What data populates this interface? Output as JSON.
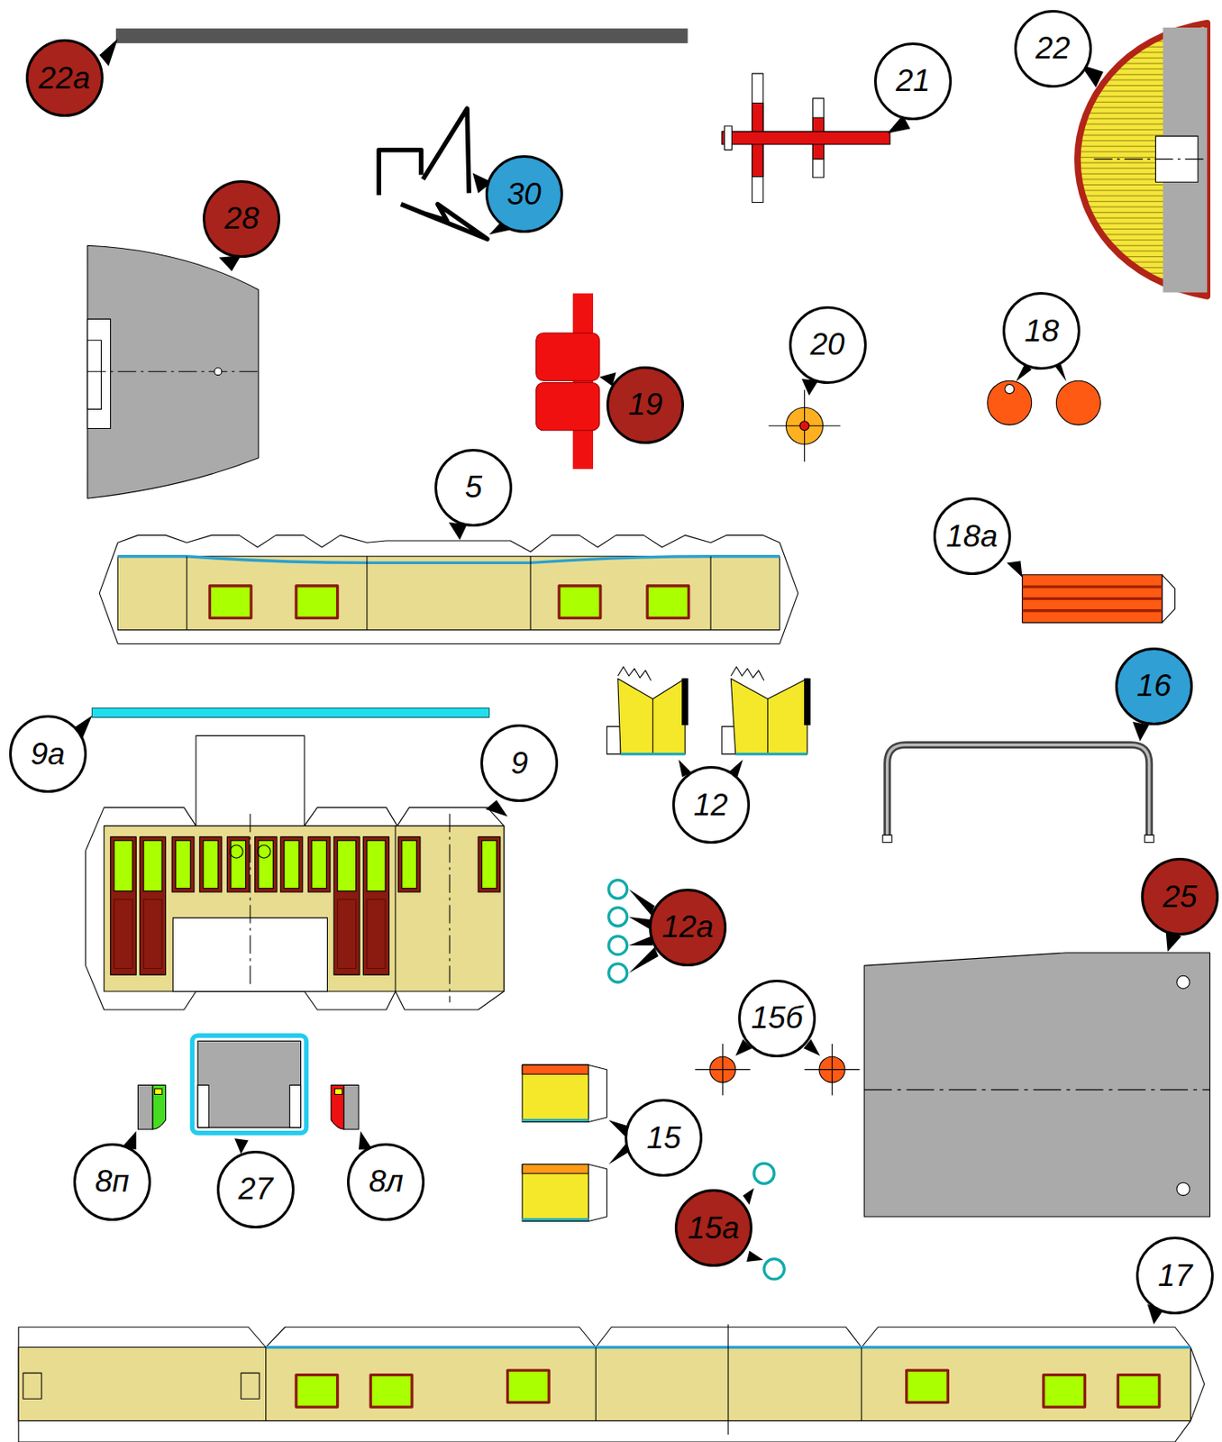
{
  "diagram": {
    "nodes": [
      {
        "text": [
          "22а"
        ]
      },
      {
        "text": [
          "22"
        ]
      },
      {
        "text": [
          "21"
        ]
      },
      {
        "text": [
          "30"
        ]
      },
      {
        "text": [
          "28"
        ]
      },
      {
        "text": [
          "18"
        ]
      },
      {
        "text": [
          "20"
        ]
      },
      {
        "text": [
          "19"
        ]
      },
      {
        "text": [
          "5"
        ]
      },
      {
        "text": [
          "18а"
        ]
      },
      {
        "text": [
          "16"
        ]
      },
      {
        "text": [
          "9а"
        ]
      },
      {
        "text": [
          "9"
        ]
      },
      {
        "text": [
          "12"
        ]
      },
      {
        "text": [
          "25"
        ]
      },
      {
        "text": [
          "12а"
        ]
      },
      {
        "text": [
          "15б"
        ]
      },
      {
        "text": [
          "15"
        ]
      },
      {
        "text": [
          "8п"
        ]
      },
      {
        "text": [
          "27"
        ]
      },
      {
        "text": [
          "8л"
        ]
      },
      {
        "text": [
          "15а"
        ]
      },
      {
        "text": [
          "17"
        ]
      }
    ]
  }
}
